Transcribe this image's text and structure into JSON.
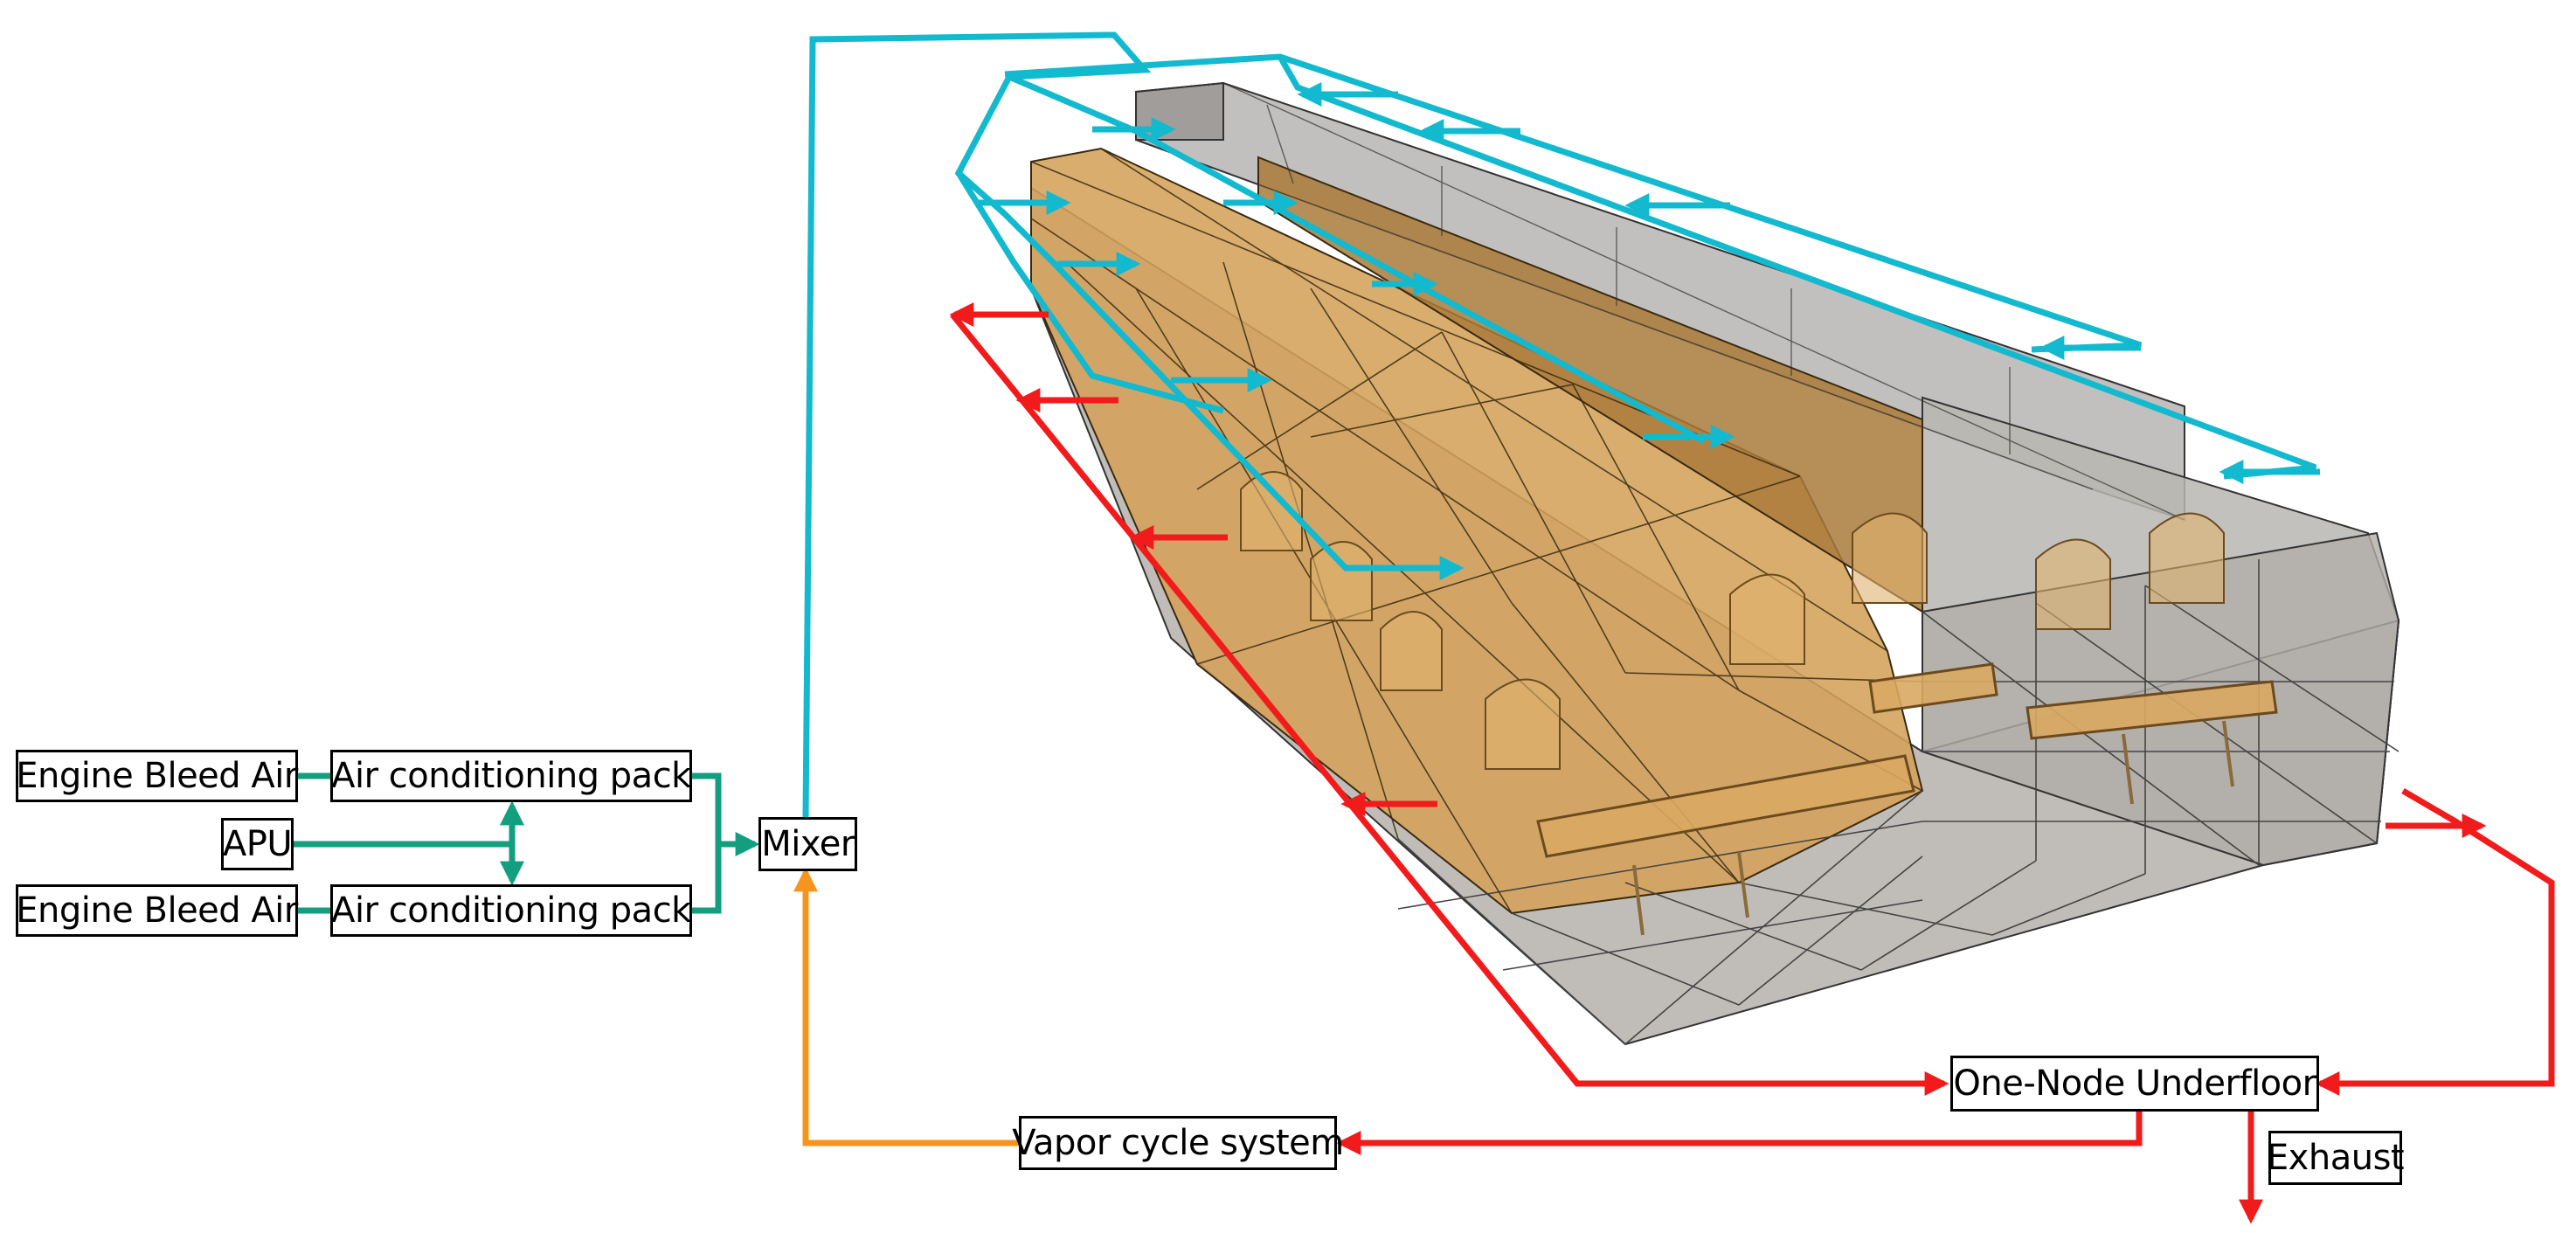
{
  "diagram": {
    "nodes": {
      "engine_bleed_air_1": "Engine Bleed Air",
      "engine_bleed_air_2": "Engine Bleed Air",
      "apu": "APU",
      "ac_pack_1": "Air conditioning pack",
      "ac_pack_2": "Air conditioning pack",
      "mixer": "Mixer",
      "underfloor": "One-Node Underfloor",
      "vapor_cycle": "Vapor cycle system",
      "exhaust": "Exhaust"
    },
    "colors": {
      "supply_green": "#139f7f",
      "recirc_cyan": "#12b9cf",
      "return_red": "#f21b1b",
      "vapor_orange": "#f7941d",
      "cabin_gray": "#b9b6b1",
      "seat_tan": "#d4a25a"
    }
  }
}
